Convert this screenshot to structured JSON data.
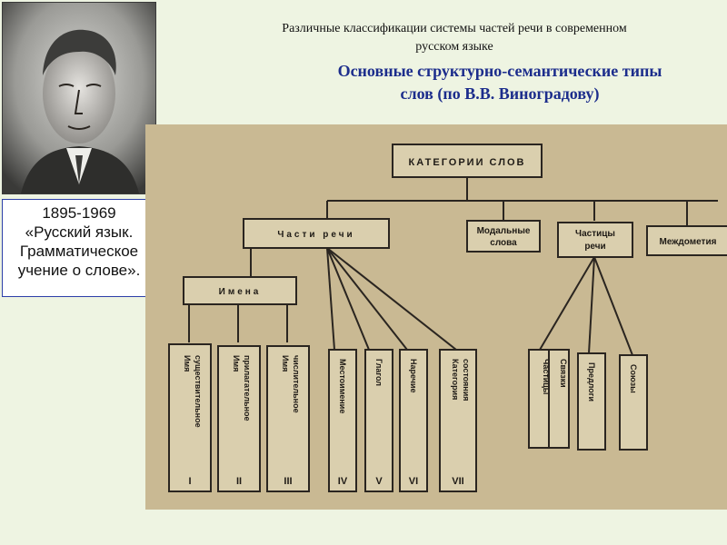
{
  "bio": {
    "years": "1895-1969",
    "line1": "«Русский язык.",
    "line2": "Грамматическое",
    "line3": "учение о слове»."
  },
  "header": {
    "title_line1": "Различные классификации  системы частей речи в современном",
    "title_line2": "русском языке",
    "subtitle_line1": "Основные структурно-семантические типы",
    "subtitle_line2": "слов (по В.В. Виноградову)"
  },
  "diagram": {
    "root": "КАТЕГОРИИ СЛОВ",
    "parts_of_speech": "Части речи",
    "modal_line1": "Модальные",
    "modal_line2": "слова",
    "particles_line1": "Частицы",
    "particles_line2": "речи",
    "interjections": "Междометия",
    "names": "Имена",
    "noun_line1": "Имя",
    "noun_line2": "существительное",
    "noun_num": "I",
    "adj_line1": "Имя",
    "adj_line2": "прилагательное",
    "adj_num": "II",
    "numeral_line1": "Имя",
    "numeral_line2": "числительное",
    "numeral_num": "III",
    "pronoun": "Местоимение",
    "pronoun_num": "IV",
    "verb": "Глагол",
    "verb_num": "V",
    "adverb": "Наречие",
    "adverb_num": "VI",
    "state_line1": "Категория",
    "state_line2": "состояния",
    "state_num": "VII",
    "particles": "Частицы",
    "connectives": "Связки",
    "prepositions": "Предлоги",
    "conjunctions": "Союзы"
  },
  "colors": {
    "background": "#eef4e2",
    "title": "#111111",
    "subtitle": "#1c2d8c",
    "bio_border": "#2c3fa8",
    "scan": "#c9b993"
  },
  "portrait": {
    "icon": "portrait-photo"
  }
}
